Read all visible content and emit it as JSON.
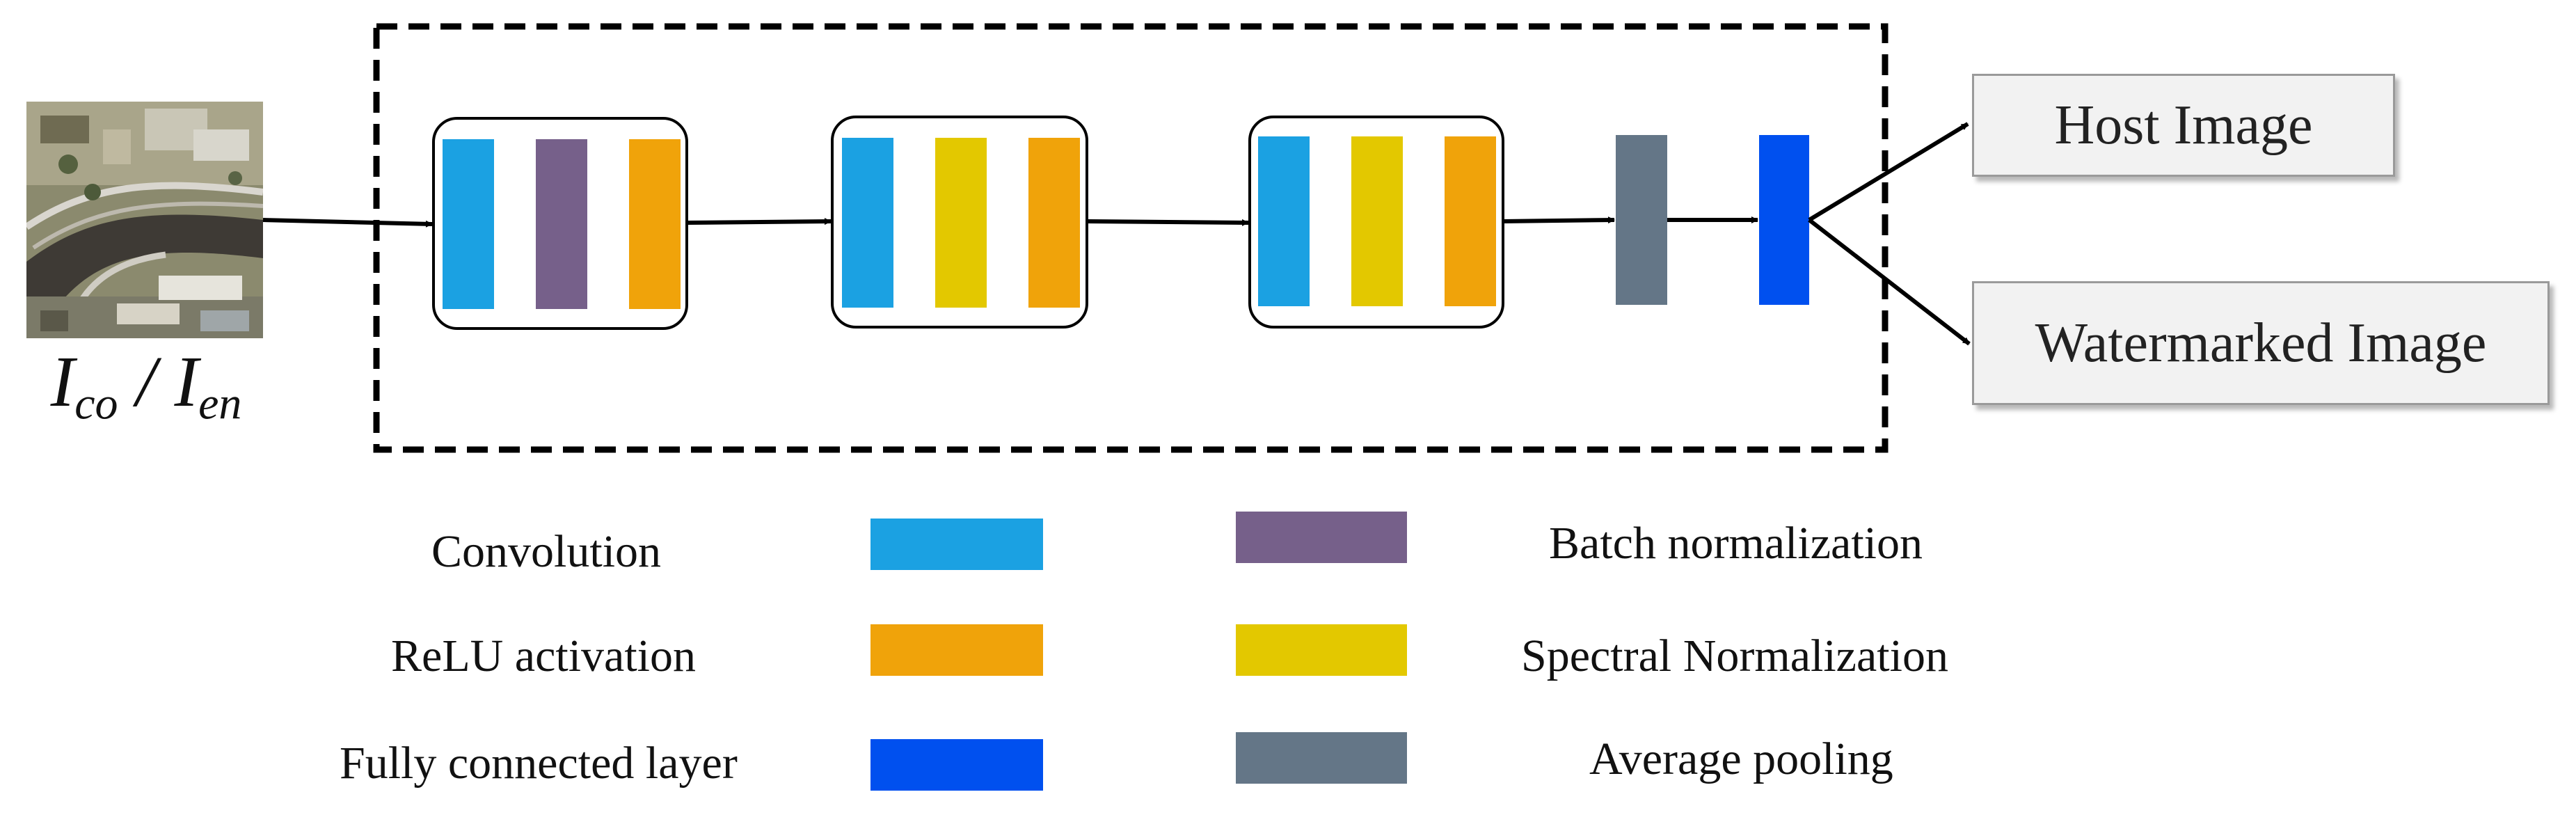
{
  "input": {
    "label_main": "I",
    "label_sub_1": "co",
    "separator": " / ",
    "label_main_2": "I",
    "label_sub_2": "en"
  },
  "outputs": {
    "host": "Host Image",
    "watermarked": "Watermarked Image"
  },
  "colors": {
    "convolution": "#1ba1e2",
    "batch_normalization": "#76608a",
    "relu_activation": "#f0a30a",
    "spectral_normalization": "#e3c800",
    "fully_connected": "#0050ef",
    "average_pooling": "#647687"
  },
  "legend": {
    "convolution": "Convolution",
    "relu_activation": "ReLU activation",
    "fully_connected": "Fully connected layer",
    "batch_normalization": "Batch normalization",
    "spectral_normalization": "Spectral Normalization",
    "average_pooling": "Average pooling"
  }
}
